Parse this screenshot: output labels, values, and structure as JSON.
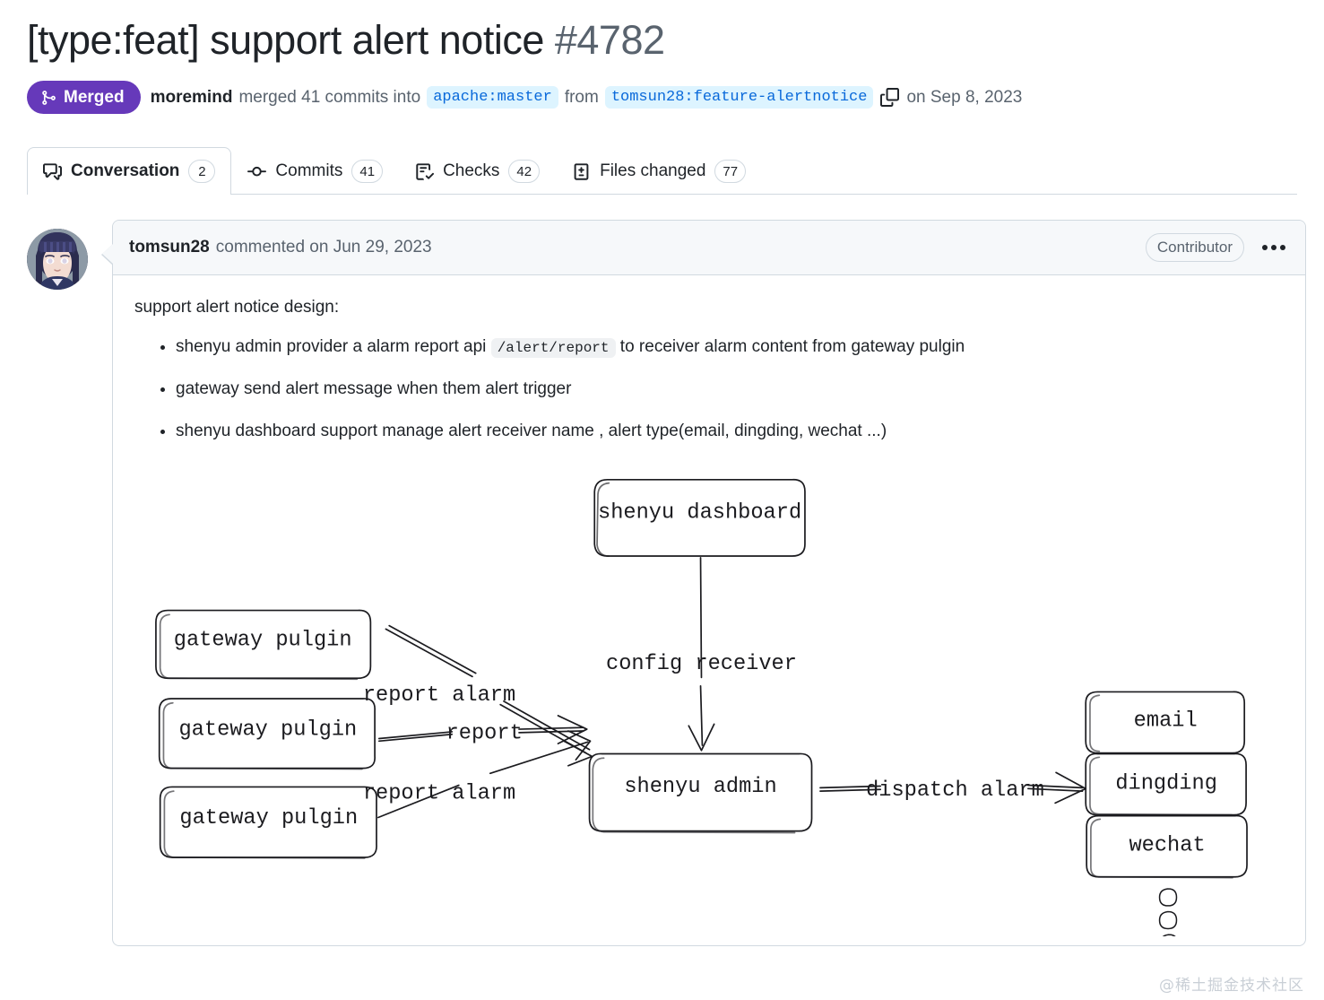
{
  "pr": {
    "title": "[type:feat] support alert notice",
    "number": "#4782",
    "state_label": "Merged",
    "merged_by": "moremind",
    "merge_text": "merged 41 commits into",
    "base_branch": "apache:master",
    "from_word": "from",
    "head_branch": "tomsun28:feature-alertnotice",
    "merged_on": "on Sep 8, 2023",
    "state_color": "#6639ba",
    "branch_chip_bg": "#ddf4ff",
    "branch_chip_fg": "#0969da"
  },
  "tabs": [
    {
      "label": "Conversation",
      "count": "2",
      "icon": "comment-icon",
      "active": true
    },
    {
      "label": "Commits",
      "count": "41",
      "icon": "git-commit-icon",
      "active": false
    },
    {
      "label": "Checks",
      "count": "42",
      "icon": "checklist-icon",
      "active": false
    },
    {
      "label": "Files changed",
      "count": "77",
      "icon": "file-diff-icon",
      "active": false
    }
  ],
  "comment": {
    "author": "tomsun28",
    "meta": "commented on Jun 29, 2023",
    "badge": "Contributor",
    "intro": "support alert notice design:",
    "bullets": [
      {
        "before": "shenyu admin provider a alarm report api",
        "code": "/alert/report",
        "after": "to receiver alarm content from gateway pulgin"
      },
      {
        "before": "gateway send alert message when them alert trigger",
        "code": "",
        "after": ""
      },
      {
        "before": "shenyu dashboard support manage alert receiver name , alert type(email, dingding, wechat ...)",
        "code": "",
        "after": ""
      }
    ]
  },
  "diagram": {
    "nodes": {
      "dashboard": "shenyu dashboard",
      "admin": "shenyu admin",
      "gateway1": "gateway pulgin",
      "gateway2": "gateway pulgin",
      "gateway3": "gateway pulgin",
      "email": "email",
      "dingding": "dingding",
      "wechat": "wechat"
    },
    "edges": {
      "config_receiver": "config receiver",
      "report_alarm_top": "report alarm",
      "report_mid": "report",
      "report_alarm_bottom": "report alarm",
      "dispatch_alarm": "dispatch alarm"
    },
    "ellipsis": "three-dots-vertical"
  },
  "watermark": "@稀土掘金技术社区"
}
